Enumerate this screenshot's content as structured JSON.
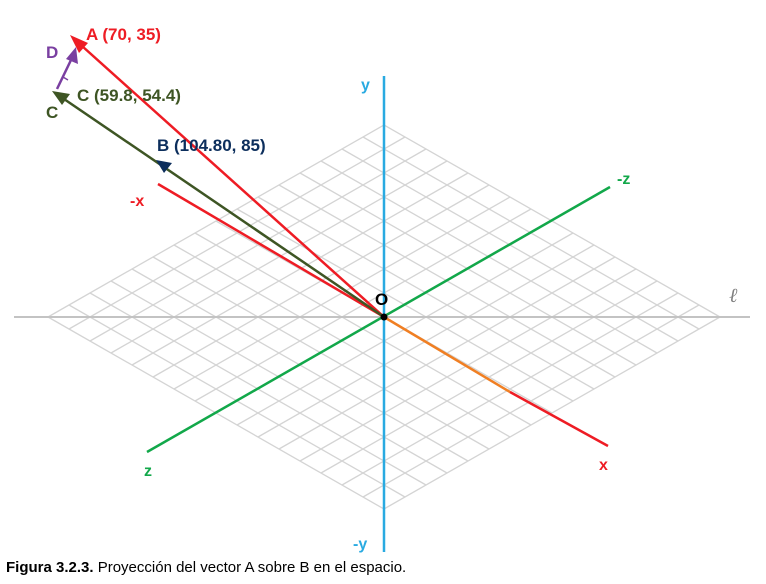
{
  "colors": {
    "grid": "#d4d4d4",
    "x_axis": "#ee1c24",
    "x_axis_positive_segment": "#f07f23",
    "y_axis": "#29aae1",
    "z_axis": "#12a84a",
    "l_axis": "#c3c3c3",
    "vector_A": "#ee1c24",
    "vector_B": "#0c2e5c",
    "vector_C": "#3e5524",
    "vector_D": "#7a3fa1",
    "origin_label": "#000000"
  },
  "labels": {
    "A": "A (70, 35)",
    "B": "B (104.80, 85)",
    "C_coords": "C (59.8, 54.4)",
    "C": "C",
    "D": "D",
    "O": "O",
    "neg_x": "-x",
    "pos_x": "x",
    "y": "y",
    "neg_y": "-y",
    "z": "z",
    "neg_z": "-z",
    "l": "ℓ"
  },
  "caption": {
    "bold": "Figura 3.2.3.",
    "text": " Proyección del vector A sobre B en el espacio."
  }
}
